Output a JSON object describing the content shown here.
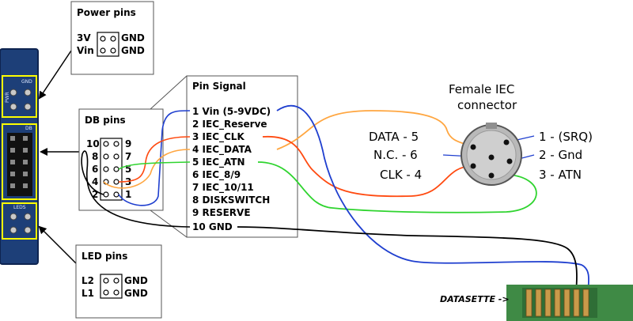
{
  "power_box": {
    "title": "Power pins",
    "row1_left": "3V",
    "row1_right": "GND",
    "row2_left": "Vin",
    "row2_right": "GND"
  },
  "db_box": {
    "title": "DB pins",
    "numbers_left": [
      "10",
      "8",
      "6",
      "4",
      "2"
    ],
    "numbers_right": [
      "9",
      "7",
      "5",
      "3",
      "1"
    ]
  },
  "led_box": {
    "title": "LED pins",
    "row1_left": "L2",
    "row1_right": "GND",
    "row2_left": "L1",
    "row2_right": "GND"
  },
  "signal_box": {
    "title": "Pin Signal",
    "rows": [
      "1 Vin (5-9VDC)",
      "2 IEC_Reserve",
      "3 IEC_CLK",
      "4 IEC_DATA",
      "5 IEC_ATN",
      "6 IEC_8/9",
      "7 IEC_10/11",
      "8 DISKSWITCH",
      "9 RESERVE",
      "10 GND"
    ]
  },
  "iec": {
    "title_line1": "Female IEC",
    "title_line2": "connector",
    "left_labels": [
      "DATA - 5",
      "N.C. - 6",
      "CLK - 4"
    ],
    "right_labels": [
      "1 - (SRQ)",
      "2 - Gnd",
      "3 - ATN"
    ]
  },
  "pcb": {
    "silk_top": "GND",
    "silk_pwr": "PWR",
    "silk_db": "DB",
    "silk_leds": "LEDS"
  },
  "datasette": {
    "label": "DATASETTE ->"
  },
  "colors": {
    "vin": "#1f3fcf",
    "clk": "#ff4a10",
    "data": "#ffa640",
    "atn": "#2fd42f",
    "gnd": "#000000",
    "pcb": "#1d3f78",
    "highlight": "#ffff00",
    "edge": "#3f8a45"
  }
}
